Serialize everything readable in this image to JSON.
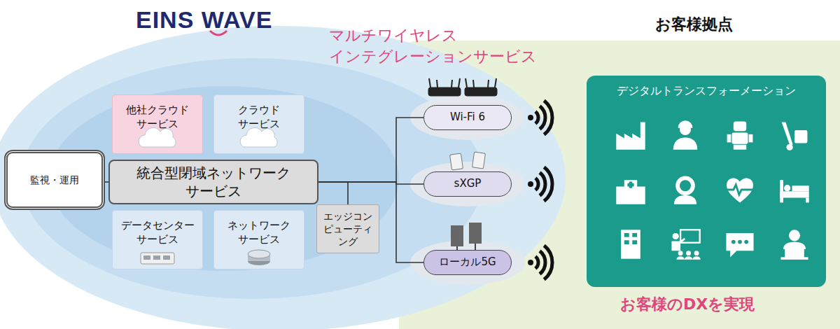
{
  "diagram": {
    "nodes": [
      {
        "text": [
          "他社クラウド サービス"
        ]
      },
      {
        "text": [
          "クラウド サービス"
        ]
      },
      {
        "text": [
          "監視・運用"
        ]
      },
      {
        "text": [
          "統合型閉域ネットワーク サービス"
        ]
      },
      {
        "text": [
          "データセンター サービス"
        ]
      },
      {
        "text": [
          "ネットワーク サービス"
        ]
      },
      {
        "text": [
          "エッジコン ピューティ ング"
        ]
      },
      {
        "text": [
          "Wi-Fi 6"
        ]
      },
      {
        "text": [
          "sXGP"
        ]
      },
      {
        "text": [
          "ローカル5G"
        ]
      },
      {
        "text": [
          "デジタルトランスフォーメーション"
        ]
      }
    ],
    "edges": [
      {
        "from": 2,
        "to": 3,
        "arrow": "none"
      },
      {
        "from": 3,
        "to": 7,
        "arrow": "none"
      },
      {
        "from": 3,
        "to": 8,
        "arrow": "none"
      },
      {
        "from": 3,
        "to": 9,
        "arrow": "none"
      },
      {
        "from": 6,
        "to": 3,
        "arrow": "none"
      }
    ],
    "labels": [
      "EINS WAVE",
      "マルチワイヤレス インテグレーションサービス",
      "お客様拠点",
      "お客様のDXを実現"
    ]
  }
}
